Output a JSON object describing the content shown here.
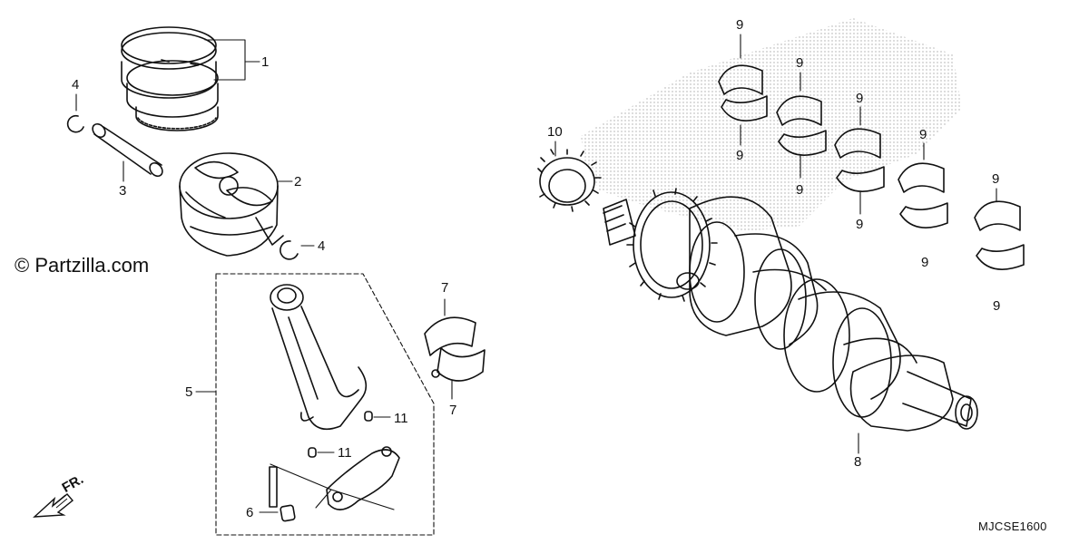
{
  "watermark": "© Partzilla.com",
  "diagram_code": "MJCSE1600",
  "front_indicator": "FR.",
  "callouts": {
    "c1": "1",
    "c2": "2",
    "c3": "3",
    "c4a": "4",
    "c4b": "4",
    "c5": "5",
    "c6": "6",
    "c7a": "7",
    "c7b": "7",
    "c8": "8",
    "c9a": "9",
    "c9b": "9",
    "c9c": "9",
    "c9d": "9",
    "c9e": "9",
    "c9f": "9",
    "c9g": "9",
    "c9h": "9",
    "c9i": "9",
    "c9j": "9",
    "c10": "10",
    "c11a": "11",
    "c11b": "11"
  },
  "colors": {
    "line": "#111111",
    "shade": "#bdbdbd"
  }
}
